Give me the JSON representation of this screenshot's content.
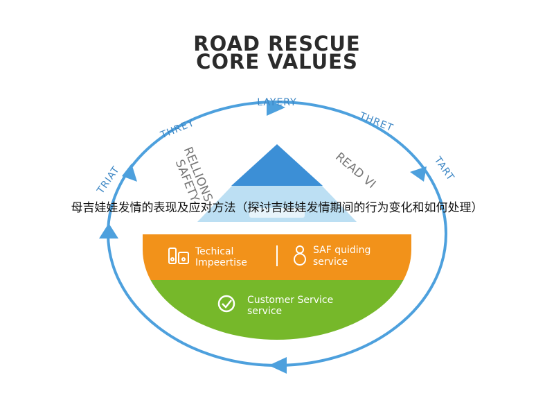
{
  "title": {
    "line1": "ROAD RESCUE",
    "line2": "CORE VALUES"
  },
  "cycle_labels": {
    "top": "LAYERY",
    "upper_left": "THREY",
    "left": "TRIAT",
    "upper_right": "THRET",
    "right": "TART"
  },
  "pyramid": {
    "left_faded": "RELLIONS\nSAFETY",
    "right_faded": "READ VI",
    "orange_left_line1": "Techical",
    "orange_left_line2": "Impeertise",
    "orange_right_line1": "SAF quiding",
    "orange_right_line2": "service",
    "green_line1": "Customer Service",
    "green_line2": "service"
  },
  "overlay_caption": "母吉娃娃发情的表现及应对方法（探讨吉娃娃发情期间的行为变化和如何处理）",
  "colors": {
    "ring_blue": "#4da0dd",
    "apex_blue": "#3c8fd6",
    "light_blue": "#bcdff3",
    "orange": "#f2921a",
    "green": "#76b82a",
    "title": "#2b2b2b"
  }
}
